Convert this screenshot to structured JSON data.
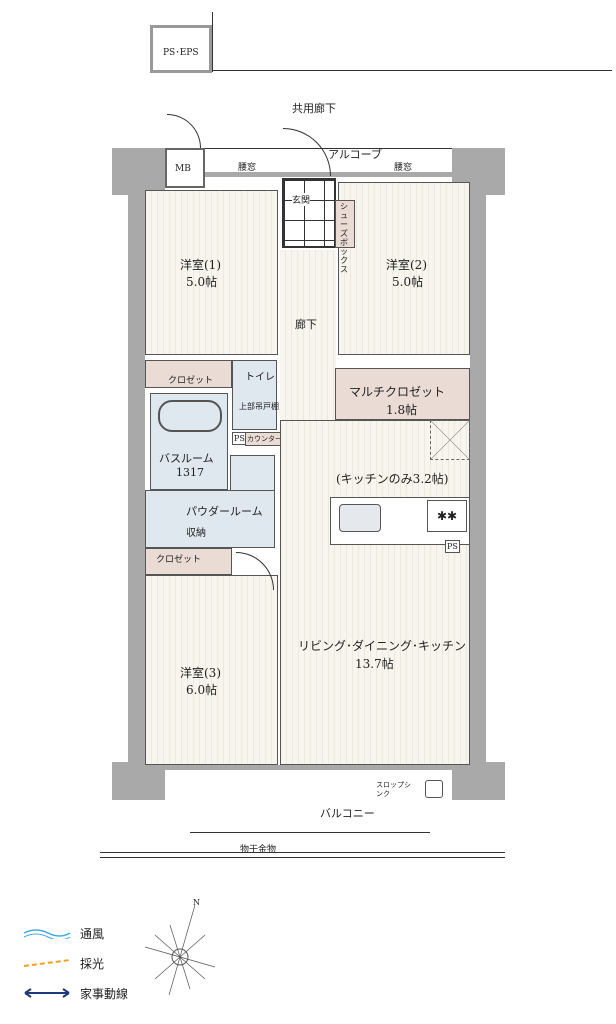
{
  "plan": {
    "ps_eps": "PS･EPS",
    "corridor": "共用廊下",
    "alcove": "アルコーブ",
    "mb": "MB",
    "window1": "腰窓",
    "window2": "腰窓",
    "entrance": "玄関",
    "shoe_box": "シューズボックス",
    "room1": {
      "name": "洋室(1)",
      "size": "5.0帖"
    },
    "room2": {
      "name": "洋室(2)",
      "size": "5.0帖"
    },
    "hallway": "廊下",
    "closet1": "クロゼット",
    "toilet": "トイレ",
    "upper_cabinet": "上部吊戸棚",
    "counter": "カウンター",
    "ps1": "PS",
    "multi_closet": {
      "name": "マルチクロゼット",
      "size": "1.8帖"
    },
    "bathroom": {
      "name": "バスルーム",
      "size": "1317"
    },
    "kitchen_only": "(キッチンのみ3.2帖)",
    "powder_room": "パウダールーム",
    "storage": "収納",
    "ps2": "PS",
    "closet3": "クロゼット",
    "room3": {
      "name": "洋室(3)",
      "size": "6.0帖"
    },
    "ldk": {
      "name": "リビング･ダイニング･キッチン",
      "size": "13.7帖"
    },
    "slop_sink": "スロップシンク",
    "balcony": "バルコニー",
    "drying_rack": "物干金物"
  },
  "legend": [
    {
      "label": "通風",
      "color": "#3fa9e0"
    },
    {
      "label": "採光",
      "color": "#f0a020"
    },
    {
      "label": "家事動線",
      "color": "#1f3a7a"
    }
  ],
  "compass": "N"
}
